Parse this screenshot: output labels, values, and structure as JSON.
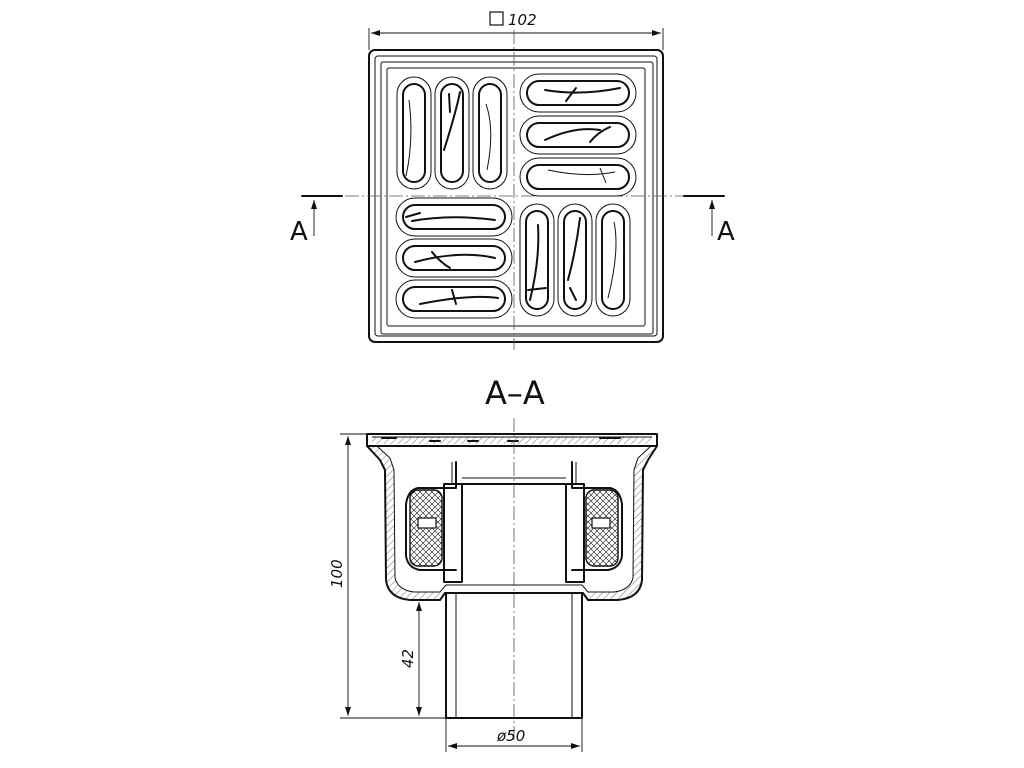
{
  "plan_view": {
    "size_label": "102",
    "size_symbol": "square-symbol",
    "section_marker_left": "A",
    "section_marker_right": "A"
  },
  "section_view": {
    "title": "A–A",
    "height_label": "100",
    "outlet_height_label": "42",
    "outlet_diameter_label": "ø50"
  },
  "colors": {
    "line": "#111111",
    "centerline": "#555555",
    "background": "#ffffff"
  }
}
